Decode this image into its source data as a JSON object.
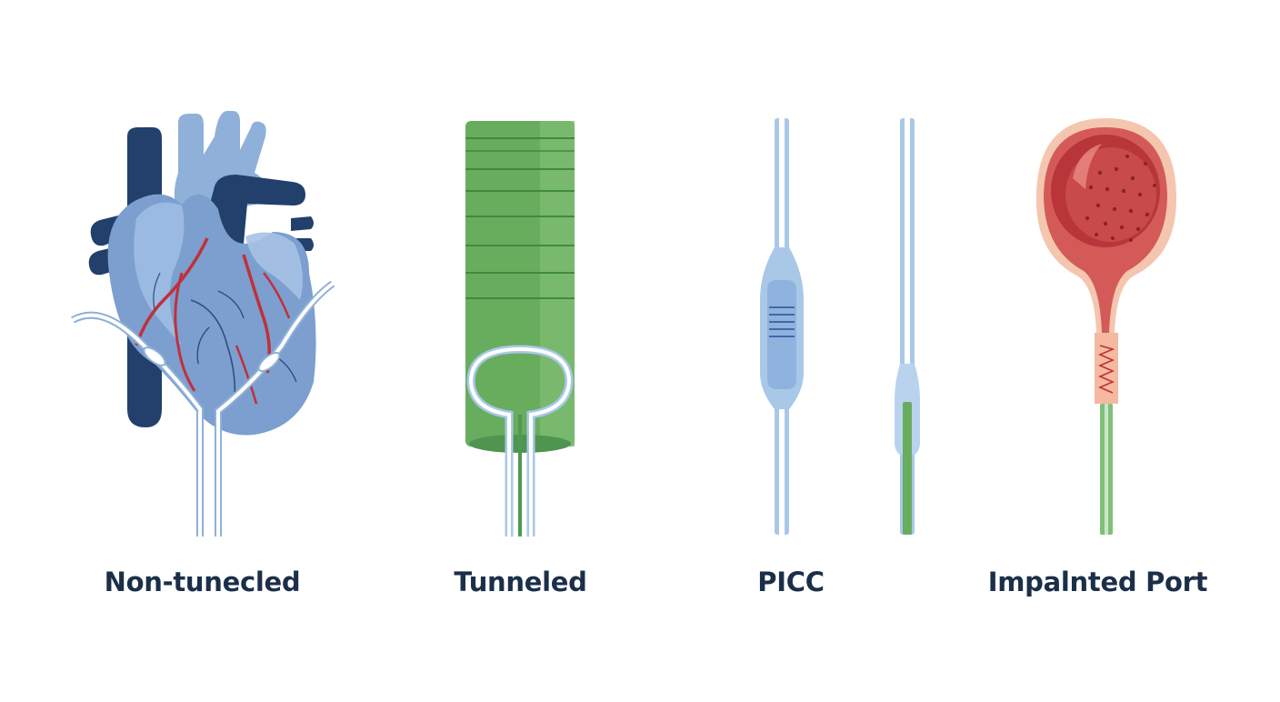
{
  "labels": {
    "non_tunneled": "Non-tunecled",
    "tunneled": "Tunneled",
    "picc": "PICC",
    "implanted_port": "Impalnted Port"
  },
  "colors": {
    "label_text": "#1b2f49",
    "heart_light": "#8fb0d8",
    "heart_mid": "#6f93c4",
    "vessel_dark": "#22406b",
    "artery_red": "#c0303a",
    "tube_green": "#68ad5e",
    "tube_green_dark": "#3f8a42",
    "catheter_blue": "#a9c8e8",
    "port_red": "#b8353a",
    "port_skin": "#f4b9a0"
  }
}
